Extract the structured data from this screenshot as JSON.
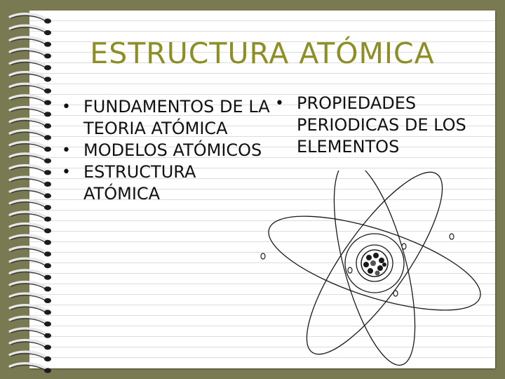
{
  "slide": {
    "title": "ESTRUCTURA ATÓMICA",
    "left_bullets": [
      "FUNDAMENTOS DE LA TEORIA ATÓMICA",
      "MODELOS ATÓMICOS",
      "ESTRUCTURA ATÓMICA"
    ],
    "right_bullets": [
      "PROPIEDADES PERIODICAS DE LOS ELEMENTOS"
    ]
  },
  "colors": {
    "background": "#7a7a52",
    "paper": "#ffffff",
    "title": "#8e8e26",
    "text": "#111111"
  },
  "icons": [
    "spiral-binding-icon",
    "atom-icon"
  ]
}
